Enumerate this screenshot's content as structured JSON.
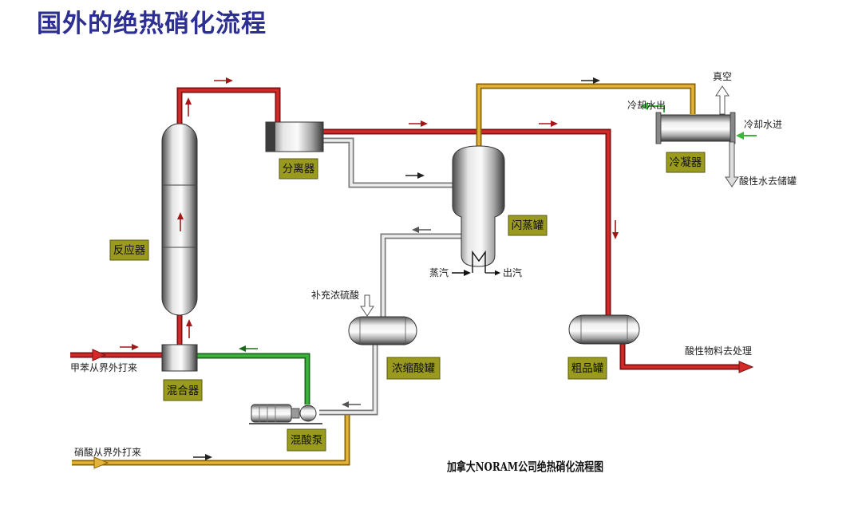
{
  "title": "国外的绝热硝化流程",
  "equipment": {
    "separator": "分离器",
    "reactor": "反应器",
    "flash_tank": "闪蒸罐",
    "condenser": "冷凝器",
    "conc_acid_tank": "浓缩酸罐",
    "crude_tank": "粗品罐",
    "mixer": "混合器",
    "mixed_acid_pump": "混酸泵"
  },
  "streams": {
    "vacuum": "真空",
    "cooling_water_out": "冷却水出",
    "cooling_water_in": "冷却水进",
    "acid_water_to_storage": "酸性水去储罐",
    "steam_in": "蒸汽",
    "steam_out": "出汽",
    "makeup_sulfuric_acid": "补充浓硫酸",
    "acid_material_to_treatment": "酸性物料去处理",
    "toluene_feed": "甲苯从界外打来",
    "nitric_acid_feed": "硝酸从界外打来"
  },
  "caption": "加拿大NORAM公司绝热硝化流程图",
  "colors": {
    "title": "#2d3092",
    "red_stream": "#d42a2a",
    "orange_stream": "#e2b23a",
    "green_stream": "#3cb43c",
    "label_background": "#9a9a1e"
  }
}
